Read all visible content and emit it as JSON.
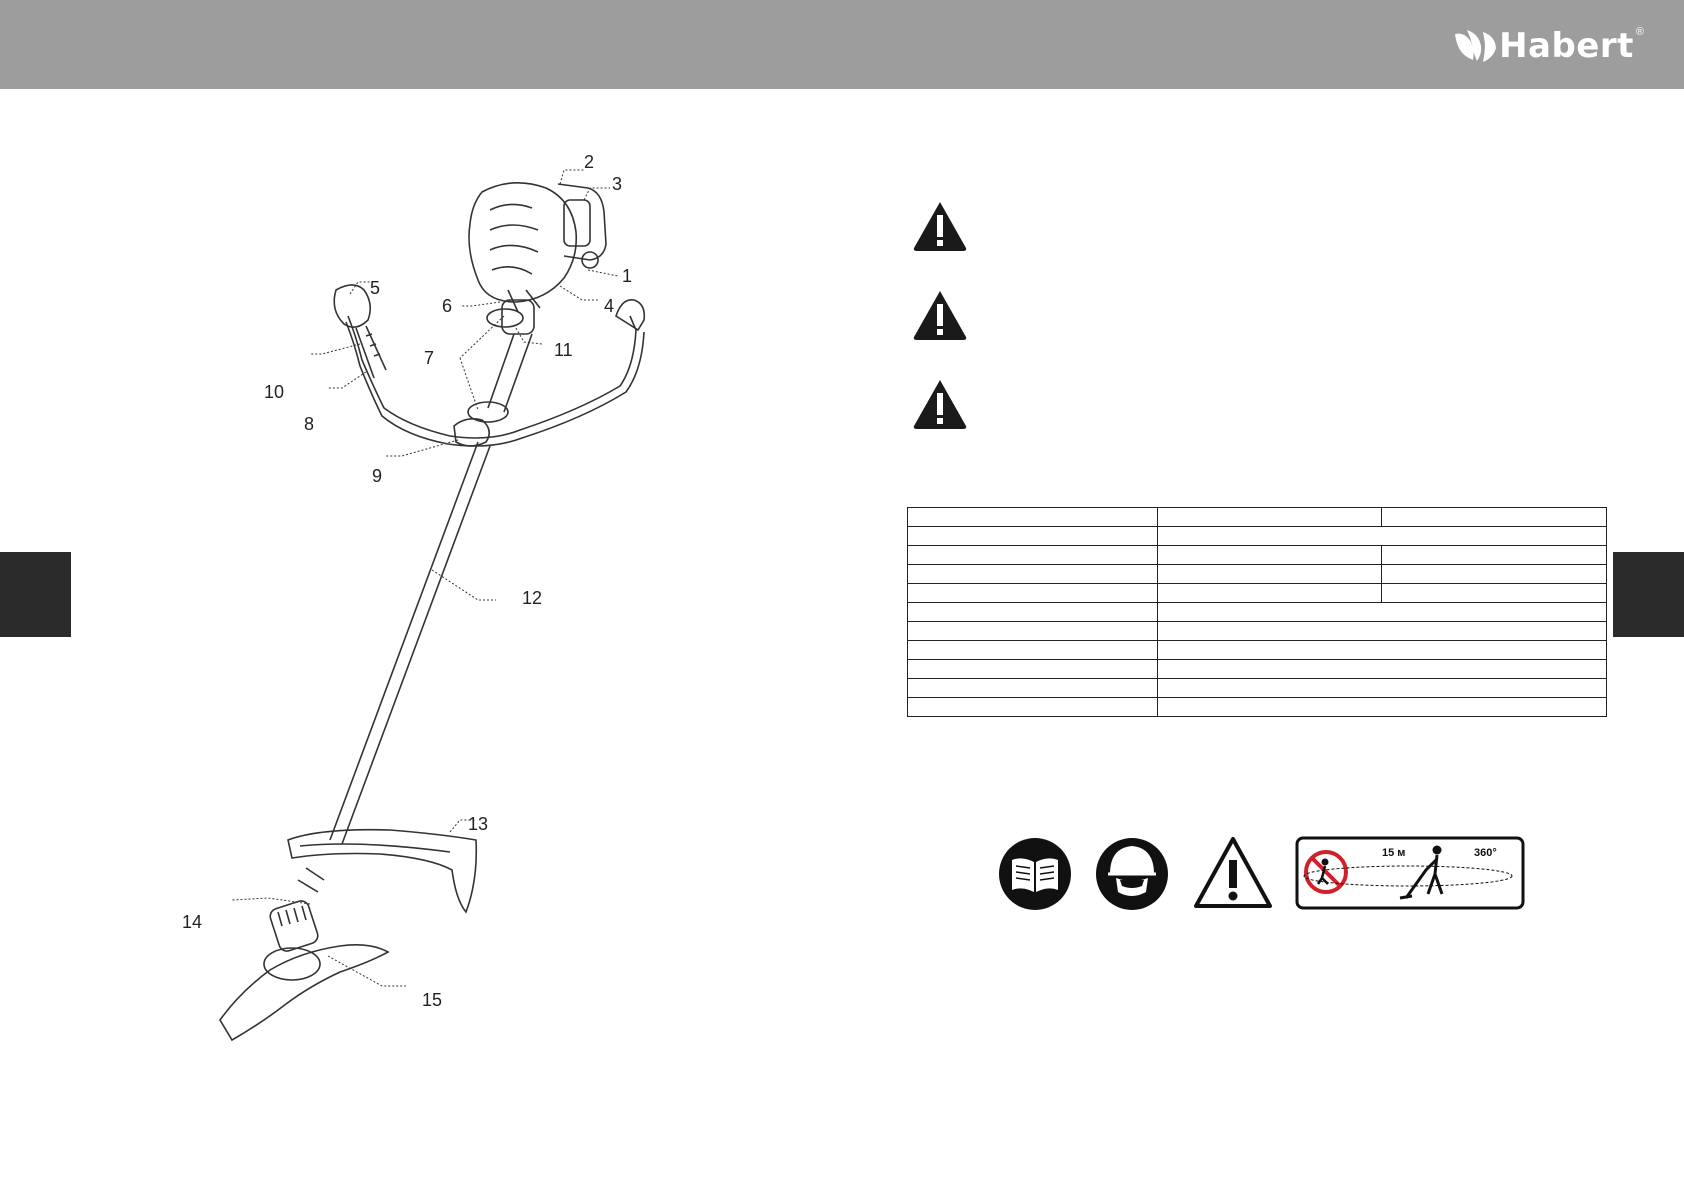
{
  "brand": {
    "name": "Habert",
    "registered_mark": "®",
    "colors": {
      "header": "#9c9d9c",
      "tabs": "#2b2b2b",
      "text": "#1a1a1a"
    }
  },
  "diagram": {
    "part_labels": [
      "1",
      "2",
      "3",
      "4",
      "5",
      "6",
      "7",
      "8",
      "9",
      "10",
      "11",
      "12",
      "13",
      "14",
      "15"
    ]
  },
  "warnings": {
    "icons": [
      "warning-triangle-icon",
      "warning-triangle-icon",
      "warning-triangle-icon"
    ]
  },
  "spec_table": {
    "rows": [
      {
        "cells": [
          "",
          "",
          ""
        ]
      },
      {
        "cells": [
          "",
          ""
        ]
      },
      {
        "cells": [
          "",
          "",
          ""
        ]
      },
      {
        "cells": [
          "",
          "",
          ""
        ]
      },
      {
        "cells": [
          "",
          "",
          ""
        ]
      },
      {
        "cells": [
          "",
          ""
        ]
      },
      {
        "cells": [
          "",
          ""
        ]
      },
      {
        "cells": [
          "",
          ""
        ]
      },
      {
        "cells": [
          "",
          ""
        ]
      },
      {
        "cells": [
          "",
          ""
        ]
      },
      {
        "cells": [
          "",
          ""
        ]
      }
    ]
  },
  "safety_symbols": {
    "distance_label": "15 м",
    "angle_label": "360°",
    "icons": [
      "read-manual-icon",
      "protective-gear-icon",
      "caution-triangle-icon",
      "no-bystanders-icon"
    ]
  }
}
